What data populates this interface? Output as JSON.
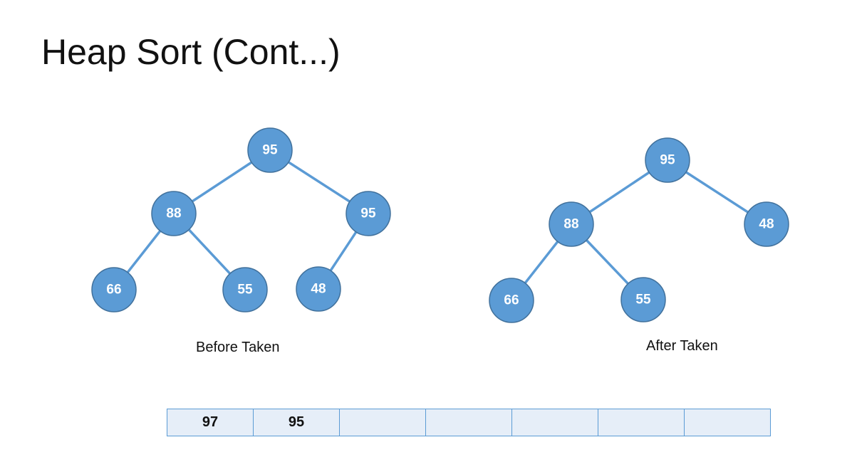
{
  "title": "Heap Sort (Cont...)",
  "before_tree": {
    "caption": "Before Taken",
    "nodes": {
      "root": "95",
      "left": "88",
      "right": "95",
      "left_left": "66",
      "left_right": "55",
      "right_left": "48"
    }
  },
  "after_tree": {
    "caption": "After Taken",
    "nodes": {
      "root": "95",
      "left": "88",
      "right": "48",
      "left_left": "66",
      "left_right": "55"
    }
  },
  "array": [
    "97",
    "95",
    "",
    "",
    "",
    "",
    ""
  ],
  "colors": {
    "node_fill": "#5b9bd5",
    "node_border": "#41719c",
    "edge": "#5b9bd5",
    "cell_fill": "#e6eef8",
    "cell_border": "#5b9bd5"
  }
}
